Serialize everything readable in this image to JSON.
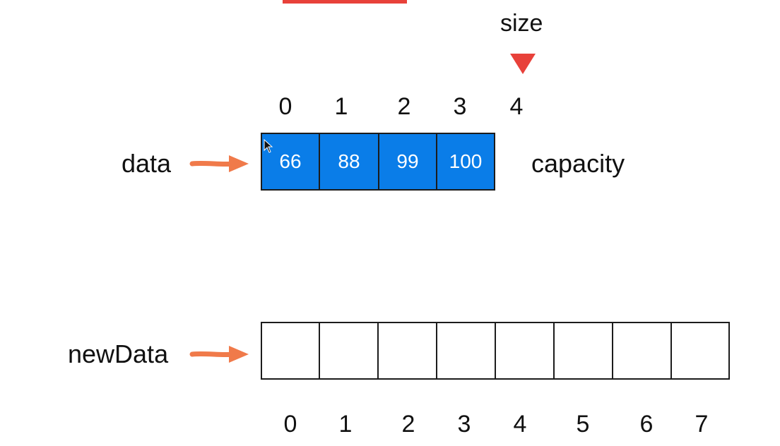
{
  "colors": {
    "array_fill": "#0a7de8",
    "array_text": "#ffffff",
    "arrow": "#f07a4a",
    "size_marker": "#e8413a",
    "border": "#1c1c1c"
  },
  "size_marker": {
    "label": "size",
    "points_to_index": 4,
    "icon": "down-triangle-icon"
  },
  "data_array": {
    "label": "data",
    "arrow_icon": "right-arrow-icon",
    "indices": [
      "0",
      "1",
      "2",
      "3",
      "4"
    ],
    "values": [
      "66",
      "88",
      "99",
      "100"
    ],
    "end_label": "capacity"
  },
  "new_array": {
    "label": "newData",
    "arrow_icon": "right-arrow-icon",
    "indices": [
      "0",
      "1",
      "2",
      "3",
      "4",
      "5",
      "6",
      "7"
    ],
    "cells": 8
  }
}
